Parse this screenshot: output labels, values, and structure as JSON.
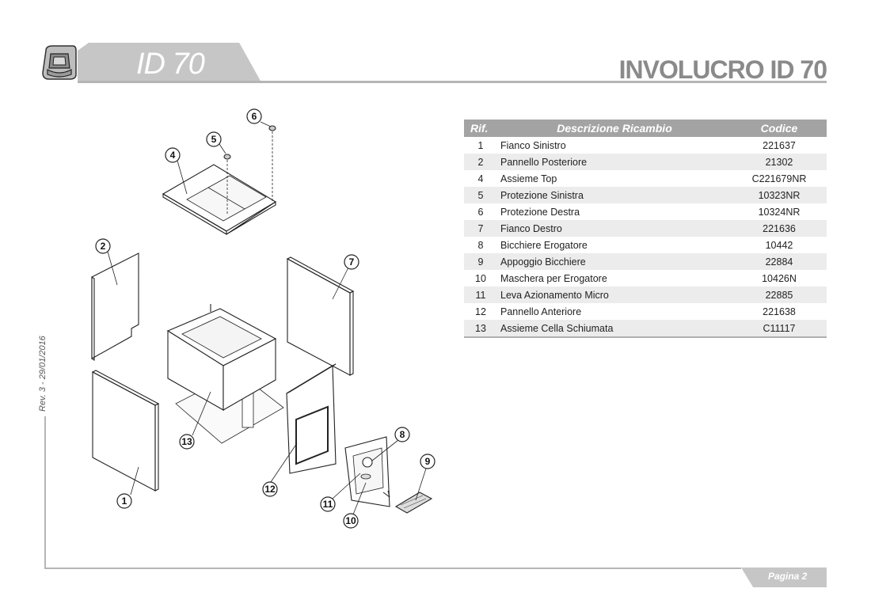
{
  "header": {
    "model": "ID 70",
    "title": "INVOLUCRO ID 70"
  },
  "side": {
    "revision": "Rev. 3 - 29/01/2016"
  },
  "footer": {
    "page": "Pagina 2"
  },
  "table": {
    "headers": [
      "Rif.",
      "Descrizione Ricambio",
      "Codice"
    ],
    "rows": [
      {
        "rif": "1",
        "desc": "Fianco Sinistro",
        "code": "221637"
      },
      {
        "rif": "2",
        "desc": "Pannello Posteriore",
        "code": "21302"
      },
      {
        "rif": "4",
        "desc": "Assieme Top",
        "code": "C221679NR"
      },
      {
        "rif": "5",
        "desc": "Protezione Sinistra",
        "code": "10323NR"
      },
      {
        "rif": "6",
        "desc": "Protezione Destra",
        "code": "10324NR"
      },
      {
        "rif": "7",
        "desc": "Fianco Destro",
        "code": "221636"
      },
      {
        "rif": "8",
        "desc": "Bicchiere Erogatore",
        "code": "10442"
      },
      {
        "rif": "9",
        "desc": "Appoggio Bicchiere",
        "code": "22884"
      },
      {
        "rif": "10",
        "desc": "Maschera per Erogatore",
        "code": "10426N"
      },
      {
        "rif": "11",
        "desc": "Leva Azionamento Micro",
        "code": "22885"
      },
      {
        "rif": "12",
        "desc": "Pannello Anteriore",
        "code": "221638"
      },
      {
        "rif": "13",
        "desc": "Assieme Cella Schiumata",
        "code": "C11117"
      }
    ]
  },
  "drawing": {
    "callouts": [
      "1",
      "2",
      "4",
      "5",
      "6",
      "7",
      "8",
      "9",
      "10",
      "11",
      "12",
      "13"
    ]
  }
}
